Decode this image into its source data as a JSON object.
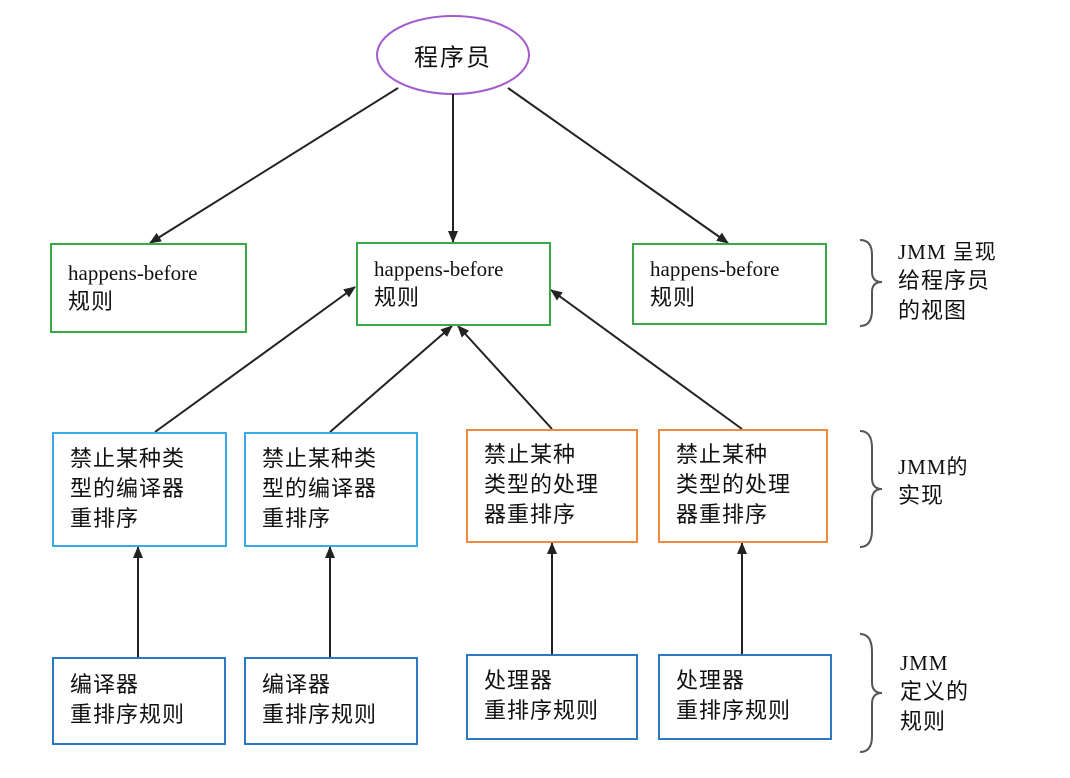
{
  "root": {
    "label": "程序员"
  },
  "rules": [
    {
      "line1": "happens-before",
      "line2": "规则"
    },
    {
      "line1": "happens-before",
      "line2": "规则"
    },
    {
      "line1": "happens-before",
      "line2": "规则"
    }
  ],
  "impl": [
    {
      "lines": [
        "禁止某种类",
        "型的编译器",
        "重排序"
      ],
      "color": "#36a9e6"
    },
    {
      "lines": [
        "禁止某种类",
        "型的编译器",
        "重排序"
      ],
      "color": "#36a9e6"
    },
    {
      "lines": [
        "禁止某种",
        "类型的处理",
        "器重排序"
      ],
      "color": "#ef8a3e"
    },
    {
      "lines": [
        "禁止某种",
        "类型的处理",
        "器重排序"
      ],
      "color": "#ef8a3e"
    }
  ],
  "base": [
    {
      "lines": [
        "编译器",
        "重排序规则"
      ]
    },
    {
      "lines": [
        "编译器",
        "重排序规则"
      ]
    },
    {
      "lines": [
        "处理器",
        "重排序规则"
      ]
    },
    {
      "lines": [
        "处理器",
        "重排序规则"
      ]
    }
  ],
  "side_labels": {
    "view": [
      "JMM 呈现",
      "给程序员",
      "的视图"
    ],
    "impl": [
      "JMM的",
      "实现"
    ],
    "rules": [
      "JMM",
      "定义的",
      "规则"
    ]
  },
  "colors": {
    "root_border": "#a35ccf",
    "rule_border": "#3aa84a",
    "arrow": "#222222"
  }
}
